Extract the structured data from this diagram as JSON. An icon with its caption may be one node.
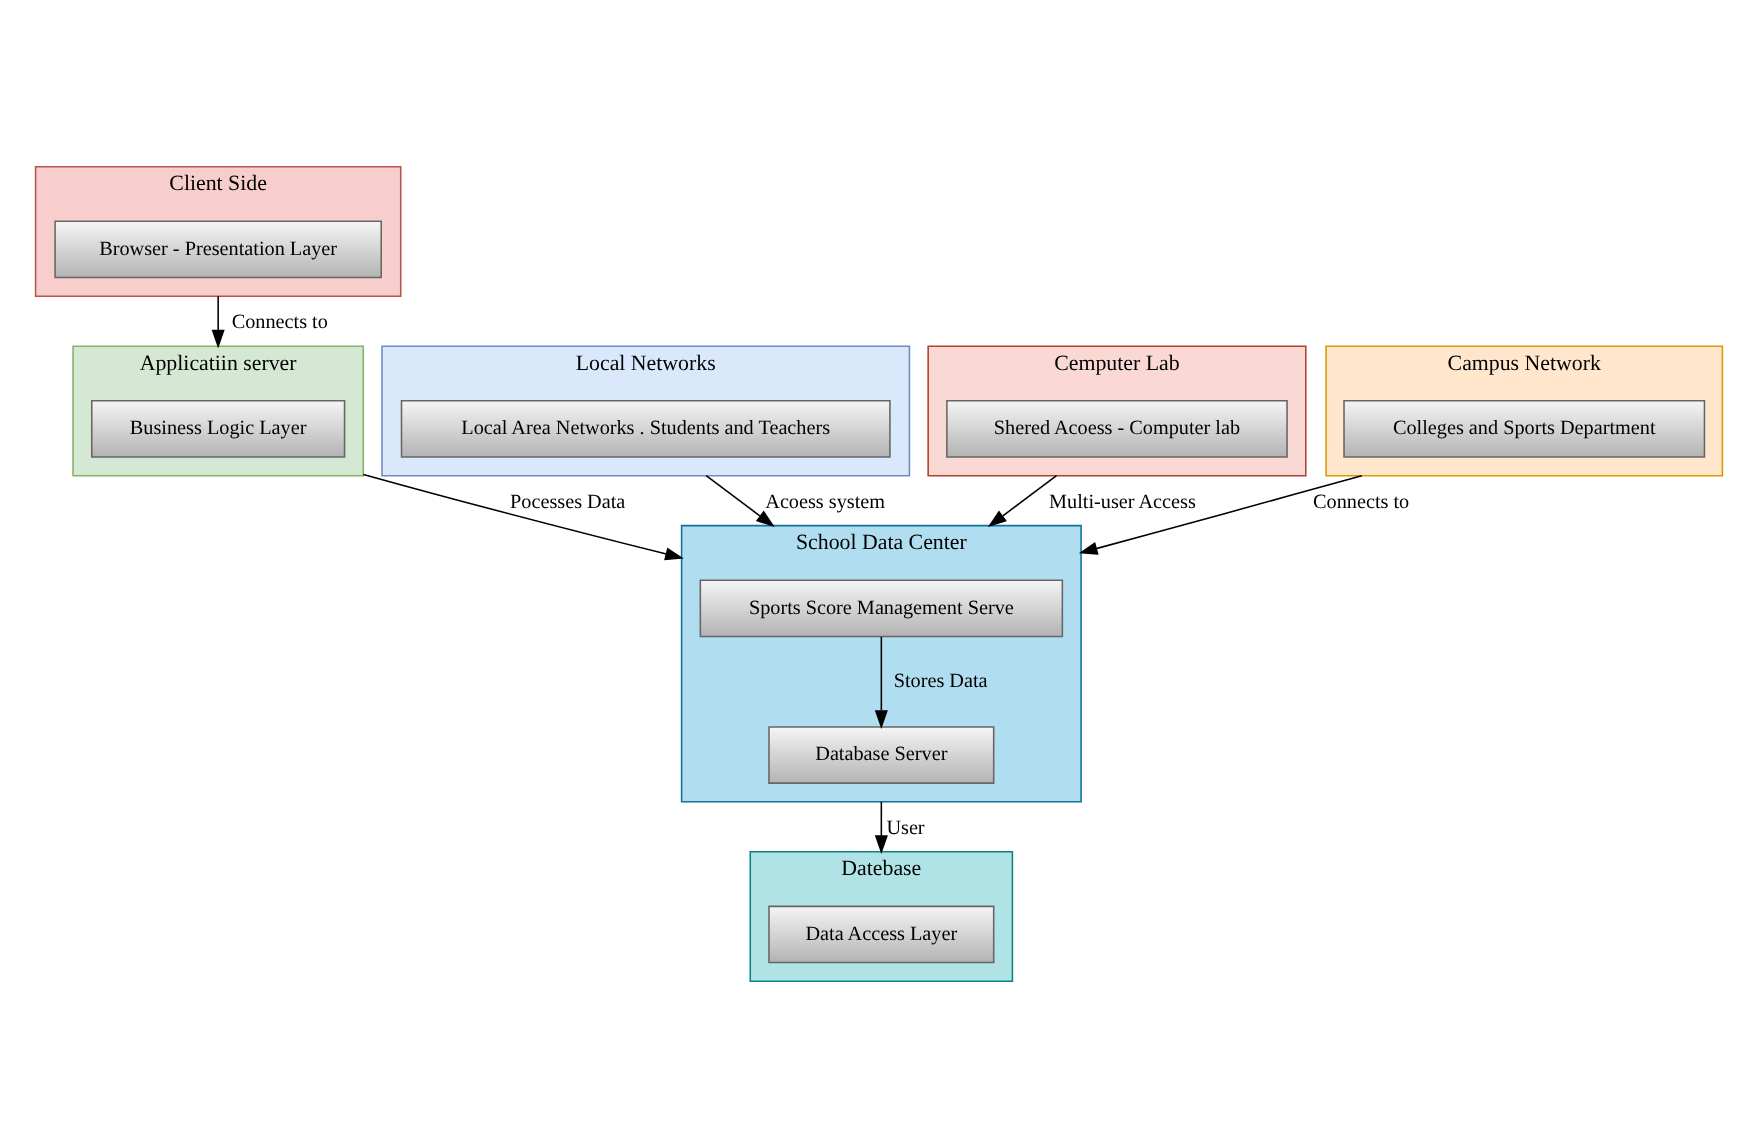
{
  "diagram": {
    "nodes": [
      {
        "text": [
          "Client Side"
        ]
      },
      {
        "text": [
          "Browser - Presentation Layer"
        ],
        "in": 0
      },
      {
        "text": [
          "Applicatiin server"
        ]
      },
      {
        "text": [
          "Business Logic Layer"
        ],
        "in": 2
      },
      {
        "text": [
          "Local Networks"
        ]
      },
      {
        "text": [
          "Local Area Networks . Students and Teachers"
        ],
        "in": 4
      },
      {
        "text": [
          "Cemputer Lab"
        ]
      },
      {
        "text": [
          "Shered Acoess - Computer lab"
        ],
        "in": 6
      },
      {
        "text": [
          "Campus Network"
        ]
      },
      {
        "text": [
          "Colleges and Sports Department"
        ],
        "in": 8
      },
      {
        "text": [
          "School Data Center"
        ]
      },
      {
        "text": [
          "Sports Score Management Serve"
        ],
        "in": 10
      },
      {
        "text": [
          "Database Server"
        ],
        "in": 10
      },
      {
        "text": [
          "Datebase"
        ]
      },
      {
        "text": [
          "Data Access Layer"
        ],
        "in": 13
      }
    ],
    "edges": [
      {
        "from": 0,
        "to": 2,
        "arrow": "to",
        "label": "Connects to"
      },
      {
        "from": 2,
        "to": 10,
        "arrow": "to",
        "label": "Pocesses Data"
      },
      {
        "from": 4,
        "to": 10,
        "arrow": "to",
        "label": "Acoess system"
      },
      {
        "from": 6,
        "to": 10,
        "arrow": "to",
        "label": "Multi-user Access"
      },
      {
        "from": 8,
        "to": 10,
        "arrow": "to",
        "label": "Connects to"
      },
      {
        "from": 11,
        "to": 12,
        "arrow": "to",
        "label": "Stores Data"
      },
      {
        "from": 10,
        "to": 13,
        "arrow": "to",
        "label": "User"
      }
    ]
  }
}
